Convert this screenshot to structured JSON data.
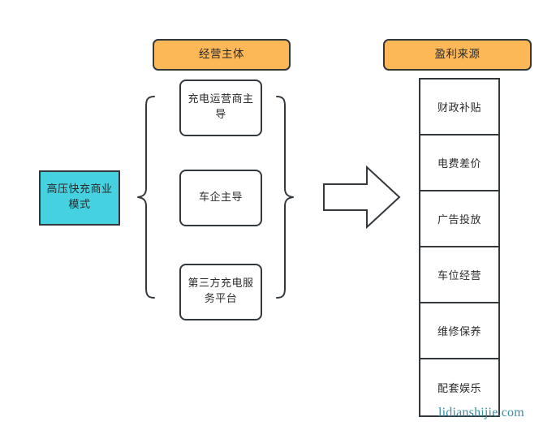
{
  "diagram": {
    "title_visible": false,
    "background_color": "#ffffff",
    "palette": {
      "header_fill": "#FCB757",
      "root_fill": "#45D1E0",
      "node_fill": "#ffffff",
      "stroke": "#33383d",
      "text": "#2b2b2b",
      "watermark": "#2f8a9b"
    },
    "root": {
      "label": "高压快充商业模式"
    },
    "columns": [
      {
        "header": "经营主体",
        "items": [
          "充电运营商主导",
          "车企主导",
          "第三方充电服务平台"
        ]
      },
      {
        "header": "盈利来源",
        "items": [
          "财政补贴",
          "电费差价",
          "广告投放",
          "车位经营",
          "维修保养",
          "配套娱乐"
        ]
      }
    ],
    "connectors": {
      "left_brace": "left-curly-brace",
      "right_brace": "right-curly-brace",
      "arrow": "block-arrow-right"
    },
    "watermark": "lidianshijie.com"
  }
}
